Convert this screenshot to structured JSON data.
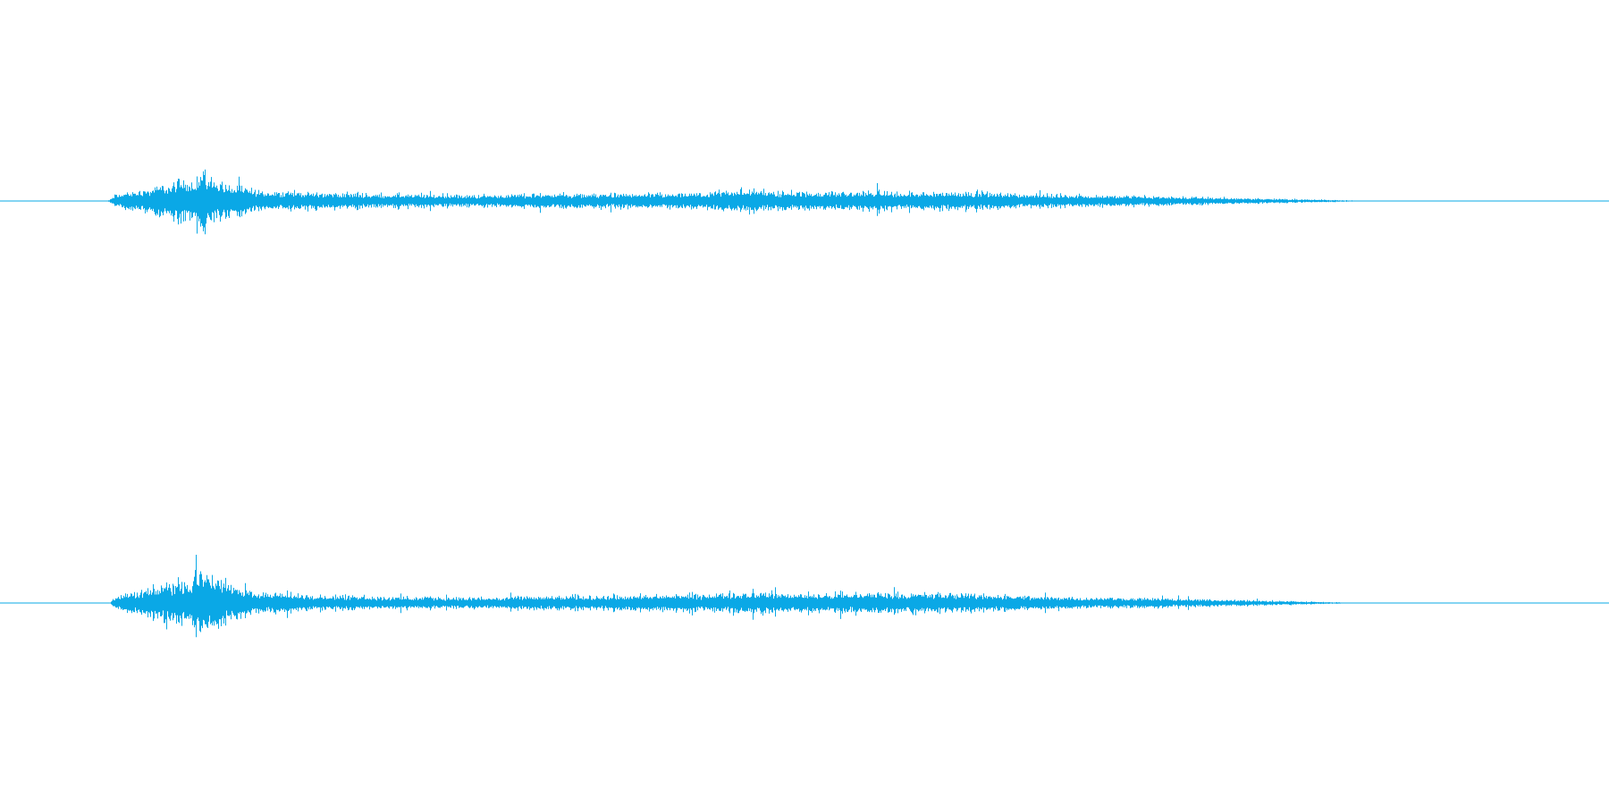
{
  "colors": {
    "background": "#ffffff",
    "waveform": "#0aa8e6"
  },
  "channels": [
    {
      "id": "channel-1",
      "envelope": [
        [
          0.0,
          0.0
        ],
        [
          0.066,
          0.0
        ],
        [
          0.068,
          0.04
        ],
        [
          0.072,
          0.2
        ],
        [
          0.085,
          0.3
        ],
        [
          0.1,
          0.45
        ],
        [
          0.112,
          0.6
        ],
        [
          0.12,
          0.62
        ],
        [
          0.125,
          0.95
        ],
        [
          0.132,
          0.7
        ],
        [
          0.145,
          0.45
        ],
        [
          0.16,
          0.3
        ],
        [
          0.2,
          0.24
        ],
        [
          0.25,
          0.2
        ],
        [
          0.3,
          0.17
        ],
        [
          0.345,
          0.22
        ],
        [
          0.4,
          0.2
        ],
        [
          0.44,
          0.24
        ],
        [
          0.46,
          0.33
        ],
        [
          0.48,
          0.28
        ],
        [
          0.52,
          0.26
        ],
        [
          0.545,
          0.3
        ],
        [
          0.56,
          0.24
        ],
        [
          0.6,
          0.28
        ],
        [
          0.64,
          0.2
        ],
        [
          0.68,
          0.17
        ],
        [
          0.72,
          0.14
        ],
        [
          0.76,
          0.1
        ],
        [
          0.8,
          0.06
        ],
        [
          0.83,
          0.03
        ],
        [
          0.85,
          0.0
        ],
        [
          1.0,
          0.0
        ]
      ]
    },
    {
      "id": "channel-2",
      "envelope": [
        [
          0.0,
          0.0
        ],
        [
          0.068,
          0.0
        ],
        [
          0.072,
          0.2
        ],
        [
          0.085,
          0.28
        ],
        [
          0.1,
          0.45
        ],
        [
          0.112,
          0.55
        ],
        [
          0.12,
          0.6
        ],
        [
          0.125,
          0.95
        ],
        [
          0.132,
          0.7
        ],
        [
          0.145,
          0.42
        ],
        [
          0.16,
          0.28
        ],
        [
          0.2,
          0.2
        ],
        [
          0.25,
          0.16
        ],
        [
          0.3,
          0.14
        ],
        [
          0.345,
          0.18
        ],
        [
          0.4,
          0.2
        ],
        [
          0.44,
          0.22
        ],
        [
          0.46,
          0.28
        ],
        [
          0.48,
          0.26
        ],
        [
          0.52,
          0.24
        ],
        [
          0.545,
          0.28
        ],
        [
          0.56,
          0.26
        ],
        [
          0.6,
          0.24
        ],
        [
          0.64,
          0.18
        ],
        [
          0.68,
          0.15
        ],
        [
          0.72,
          0.12
        ],
        [
          0.76,
          0.09
        ],
        [
          0.8,
          0.05
        ],
        [
          0.83,
          0.02
        ],
        [
          0.85,
          0.0
        ],
        [
          1.0,
          0.0
        ]
      ]
    }
  ]
}
